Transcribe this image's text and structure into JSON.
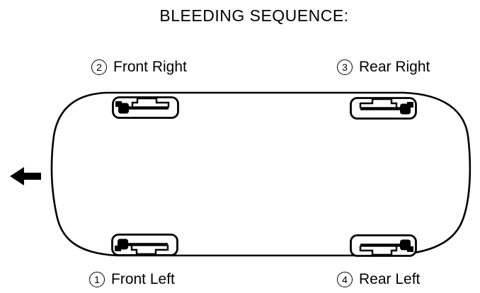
{
  "title": "BLEEDING SEQUENCE:",
  "colors": {
    "line": "#000000",
    "background": "#ffffff"
  },
  "direction_arrow": {
    "icon": "left-arrow",
    "points": "left"
  },
  "sequence": {
    "front_left": {
      "num": "1",
      "label": "Front Left"
    },
    "front_right": {
      "num": "2",
      "label": "Front Right"
    },
    "rear_right": {
      "num": "3",
      "label": "Rear Right"
    },
    "rear_left": {
      "num": "4",
      "label": "Rear Left"
    }
  },
  "wheels": [
    {
      "corner": "top-left",
      "sequence_ref": "front_right"
    },
    {
      "corner": "top-right",
      "sequence_ref": "rear_right"
    },
    {
      "corner": "bottom-left",
      "sequence_ref": "front_left"
    },
    {
      "corner": "bottom-right",
      "sequence_ref": "rear_left"
    }
  ]
}
